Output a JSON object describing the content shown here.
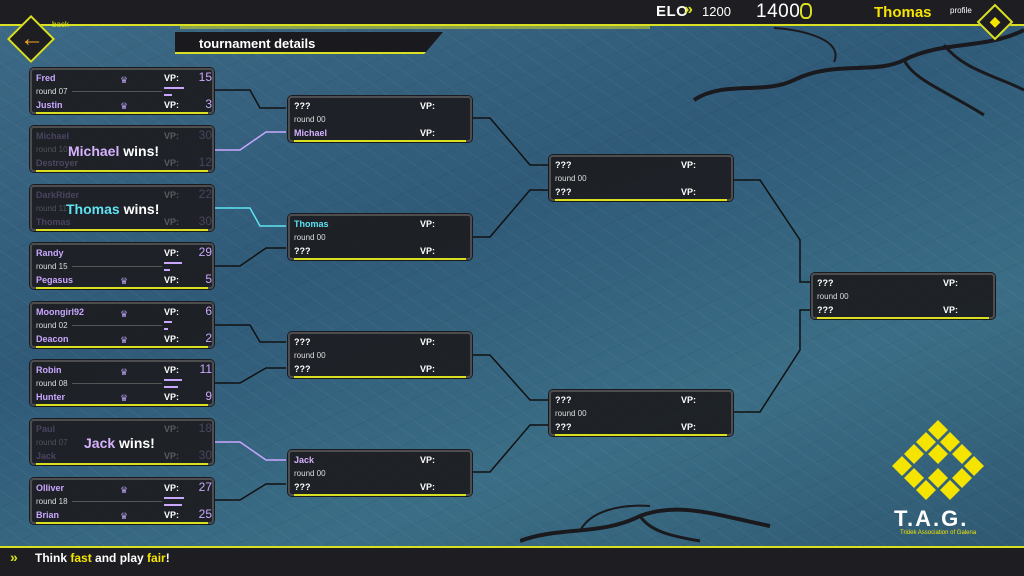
{
  "header": {
    "back_label": "back",
    "elo_label": "ELO",
    "elo_value": "1200",
    "points_value": "1400",
    "player_name": "Thomas",
    "profile_label": "profile",
    "page_title": "tournament details"
  },
  "footer": {
    "tagline_1": "Think ",
    "tagline_2": "fast",
    "tagline_3": " and play ",
    "tagline_4": "fair",
    "tagline_5": "!"
  },
  "logo": {
    "name": "T.A.G.",
    "subtitle": "Tridek Association of Galena"
  },
  "labels": {
    "vp": "VP:"
  },
  "round1": [
    {
      "p1": "Fred",
      "p2": "Justin",
      "round": "round 07",
      "vp1": "15",
      "vp2": "3"
    },
    {
      "p1": "Michael",
      "p2": "Destroyer",
      "round": "round 10",
      "vp1": "30",
      "vp2": "12",
      "winner_text_name": "Michael",
      "winner_text_suffix": " wins!"
    },
    {
      "p1": "DarkRider",
      "p2": "Thomas",
      "round": "round 11",
      "vp1": "22",
      "vp2": "30",
      "winner_text_name": "Thomas",
      "winner_text_suffix": " wins!"
    },
    {
      "p1": "Randy",
      "p2": "Pegasus",
      "round": "round 15",
      "vp1": "29",
      "vp2": "5"
    },
    {
      "p1": "Moongirl92",
      "p2": "Deacon",
      "round": "round 02",
      "vp1": "6",
      "vp2": "2"
    },
    {
      "p1": "Robin",
      "p2": "Hunter",
      "round": "round 08",
      "vp1": "11",
      "vp2": "9"
    },
    {
      "p1": "Paul",
      "p2": "Jack",
      "round": "round 07",
      "vp1": "18",
      "vp2": "30",
      "winner_text_name": "Jack",
      "winner_text_suffix": " wins!"
    },
    {
      "p1": "Olliver",
      "p2": "Brian",
      "round": "round 18",
      "vp1": "27",
      "vp2": "25"
    }
  ],
  "round2": [
    {
      "p1": "???",
      "p2": "Michael",
      "round": "round 00"
    },
    {
      "p1": "Thomas",
      "p2": "???",
      "round": "round 00"
    },
    {
      "p1": "???",
      "p2": "???",
      "round": "round 00"
    },
    {
      "p1": "Jack",
      "p2": "???",
      "round": "round 00"
    }
  ],
  "round3": [
    {
      "p1": "???",
      "p2": "???",
      "round": "round 00"
    },
    {
      "p1": "???",
      "p2": "???",
      "round": "round 00"
    }
  ],
  "final": {
    "p1": "???",
    "p2": "???",
    "round": "round 00"
  }
}
